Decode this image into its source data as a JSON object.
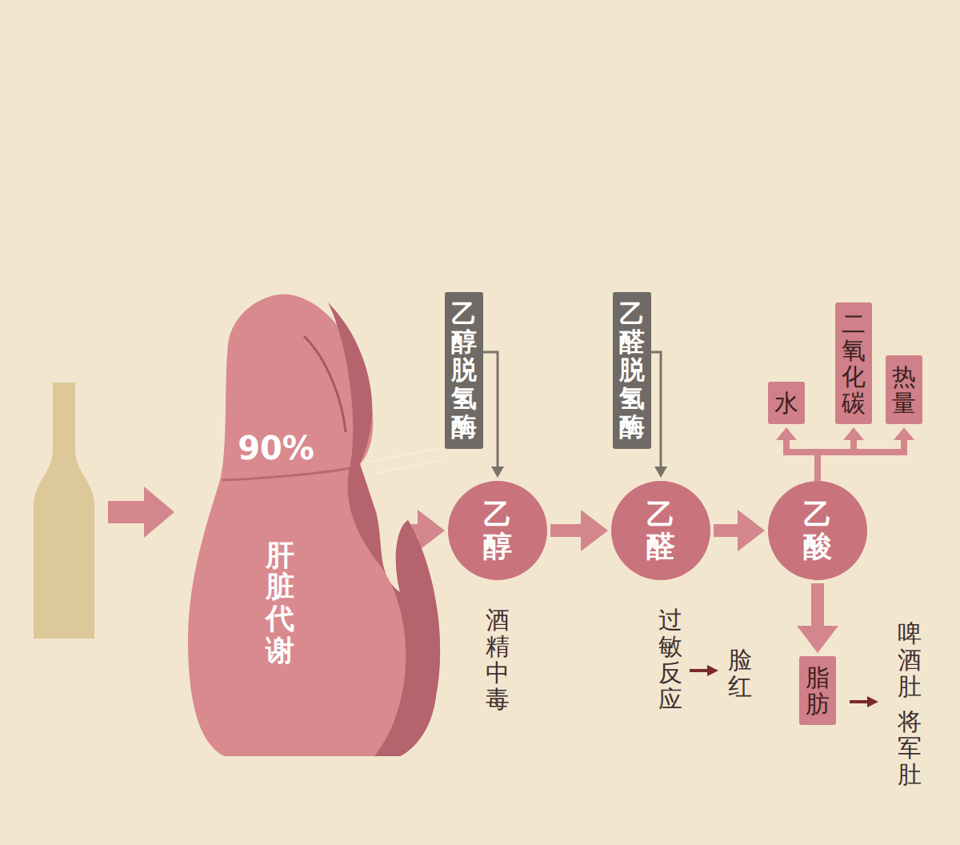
{
  "diagram": {
    "nodes": [
      {
        "text": [
          "90%",
          "肝脏代谢"
        ]
      },
      {
        "text": [
          "乙醇脱氢酶"
        ]
      },
      {
        "text": [
          "乙醇"
        ]
      },
      {
        "text": [
          "乙醛脱氢酶"
        ]
      },
      {
        "text": [
          "乙醛"
        ]
      },
      {
        "text": [
          "乙酸"
        ]
      },
      {
        "text": [
          "水"
        ]
      },
      {
        "text": [
          "二氧化碳"
        ]
      },
      {
        "text": [
          "热量"
        ]
      },
      {
        "text": [
          "脂肪"
        ]
      }
    ],
    "edges": [
      {
        "from": 0,
        "to": 2,
        "arrow": "to"
      },
      {
        "from": 1,
        "to": 2,
        "arrow": "to"
      },
      {
        "from": 2,
        "to": 4,
        "arrow": "to"
      },
      {
        "from": 3,
        "to": 4,
        "arrow": "to"
      },
      {
        "from": 4,
        "to": 5,
        "arrow": "to"
      },
      {
        "from": 5,
        "to": 6,
        "arrow": "to"
      },
      {
        "from": 5,
        "to": 7,
        "arrow": "to"
      },
      {
        "from": 5,
        "to": 8,
        "arrow": "to"
      },
      {
        "from": 5,
        "to": 9,
        "arrow": "to"
      }
    ],
    "labels": [
      "酒精中毒",
      "过敏反应",
      "脸红",
      "啤酒肚",
      "将军肚"
    ]
  }
}
